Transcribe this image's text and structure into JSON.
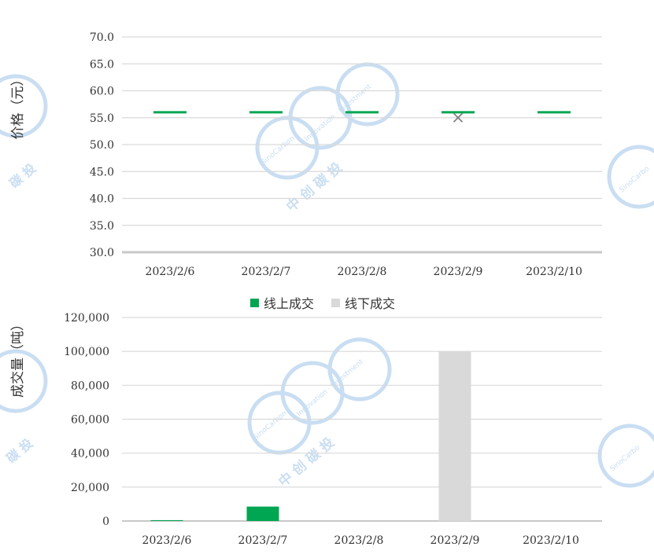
{
  "chart_data": [
    {
      "type": "stock",
      "title": "",
      "ylabel": "价格（元）",
      "ylim": [
        30,
        70
      ],
      "yticks": [
        "30.0",
        "35.0",
        "40.0",
        "45.0",
        "50.0",
        "55.0",
        "60.0",
        "65.0",
        "70.0"
      ],
      "categories": [
        "2023/2/6",
        "2023/2/7",
        "2023/2/8",
        "2023/2/9",
        "2023/2/10"
      ],
      "series": [
        {
          "values": [
            56,
            56,
            56,
            56,
            56
          ]
        },
        {
          "values": [
            null,
            null,
            null,
            55,
            null
          ]
        }
      ],
      "colors": {
        "line": "#00a651",
        "marker": "#808080"
      },
      "grid": true
    },
    {
      "type": "bar",
      "title": "",
      "ylabel": "成交量（吨）",
      "ylim": [
        0,
        120000
      ],
      "yticks": [
        "0",
        "20,000",
        "40,000",
        "60,000",
        "80,000",
        "100,000",
        "120,000"
      ],
      "categories": [
        "2023/2/6",
        "2023/2/7",
        "2023/2/8",
        "2023/2/9",
        "2023/2/10"
      ],
      "series": [
        {
          "name": "线上成交",
          "values": [
            500,
            8500,
            0,
            0,
            0
          ],
          "color": "#00a651"
        },
        {
          "name": "线下成交",
          "values": [
            0,
            0,
            0,
            100000,
            0
          ],
          "color": "#d9d9d9"
        }
      ],
      "legend": "top-center",
      "grid": true
    }
  ],
  "watermark": {
    "brand_cn": "中 创 碳 投",
    "brand_en": "SinoCarbon",
    "tagline": "Innovation · Investment",
    "partial_cn": "碳 投",
    "partial_en": "SinoCarbo",
    "color": "#c9def2"
  }
}
